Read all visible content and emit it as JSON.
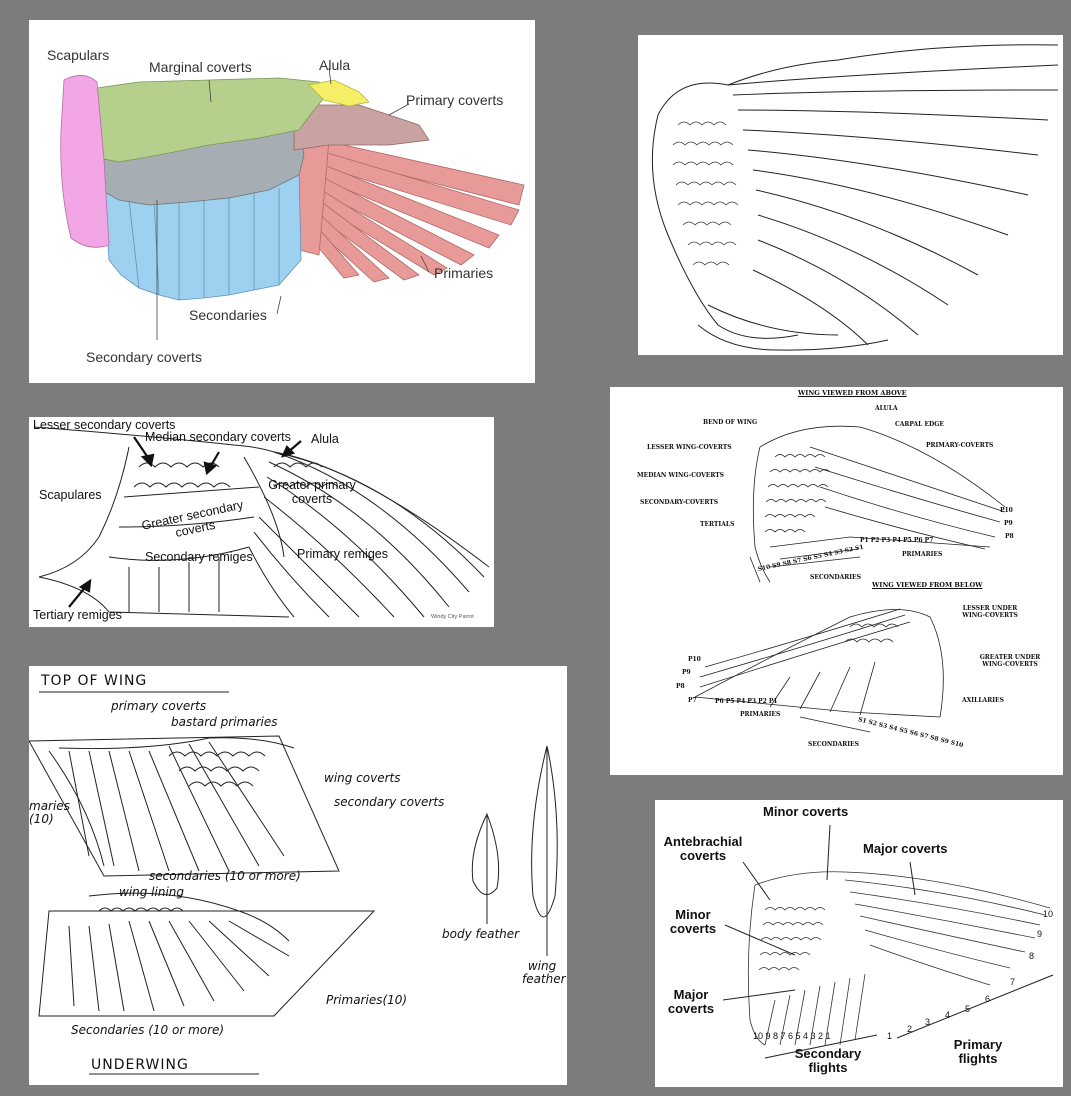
{
  "panel1": {
    "labels": {
      "scapulars": "Scapulars",
      "marginal_coverts": "Marginal coverts",
      "alula": "Alula",
      "primary_coverts": "Primary coverts",
      "primaries": "Primaries",
      "secondaries": "Secondaries",
      "secondary_coverts": "Secondary coverts"
    },
    "colors": {
      "scapulars": "#f2a6e6",
      "marginal_coverts": "#b5cf8c",
      "alula": "#f4ef66",
      "primary_coverts": "#c9a3a1",
      "primaries": "#e79a98",
      "secondaries": "#9ed0ef",
      "secondary_coverts": "#a7aeb3"
    }
  },
  "panel3": {
    "labels": {
      "lesser_secondary_coverts": "Lesser secondary coverts",
      "median_secondary_coverts": "Median secondary coverts",
      "alula": "Alula",
      "scapulares": "Scapulares",
      "greater_primary_coverts": "Greater primary coverts",
      "greater_secondary_coverts": "Greater secondary coverts",
      "secondary_remiges": "Secondary remiges",
      "primary_remiges": "Primary remiges",
      "tertiary_remiges": "Tertiary remiges",
      "credit": "Windy City Parrot"
    }
  },
  "panel4": {
    "labels": {
      "top_of_wing": "TOP OF WING",
      "primary_coverts": "primary coverts",
      "bastard_primaries": "bastard primaries",
      "wing_coverts": "wing coverts",
      "secondary_coverts": "secondary coverts",
      "primaries_top": "maries (10)",
      "secondaries_top": "secondaries (10 or more)",
      "wing_lining": "wing lining",
      "primaries_under": "Primaries(10)",
      "secondaries_under": "Secondaries (10 or more)",
      "underwing": "UNDERWING",
      "body_feather": "body feather",
      "wing_feather": "wing feather"
    }
  },
  "panel5": {
    "labels": {
      "above_title": "WING VIEWED FROM ABOVE",
      "alula": "ALULA",
      "bend_of_wing": "BEND OF WING",
      "carpal_edge": "CARPAL EDGE",
      "lesser_wing_coverts": "LESSER WING-COVERTS",
      "primary_coverts": "PRIMARY-COVERTS",
      "median_wing_coverts": "MEDIAN WING-COVERTS",
      "secondary_coverts": "SECONDARY-COVERTS",
      "tertials": "TERTIALS",
      "primaries": "PRIMARIES",
      "secondaries": "SECONDARIES",
      "below_title": "WING VIEWED FROM BELOW",
      "lesser_under_wing_coverts": "LESSER UNDER WING-COVERTS",
      "greater_under_wing_coverts": "GREATER UNDER WING-COVERTS",
      "axillaries": "AXILLARIES",
      "primaries_below": "PRIMARIES",
      "secondaries_below": "SECONDARIES",
      "top_primaries_nums": "P1 P2 P3 P4 P5 P6 P7",
      "top_outer_primaries": [
        "P10",
        "P9",
        "P8"
      ],
      "top_secondaries_nums": "S10 S9 S8 S7 S6 S5 S4 S3 S2 S1",
      "bottom_outer_primaries": [
        "P10",
        "P9",
        "P8",
        "P7"
      ],
      "bottom_primaries_nums": "P6 P5 P4 P3 P2 P1",
      "bottom_secondaries_nums": "S1 S2 S3 S4 S5 S6 S7 S8 S9 S10"
    }
  },
  "panel6": {
    "labels": {
      "minor_coverts_top": "Minor coverts",
      "antebrachial_coverts": "Antebrachial coverts",
      "major_coverts_top": "Major coverts",
      "minor_coverts": "Minor coverts",
      "major_coverts": "Major coverts",
      "secondary_flights": "Secondary flights",
      "primary_flights": "Primary flights",
      "secondary_numbers": "10 9 8 7 6 5 4 3 2 1",
      "primary_numbers": [
        "1",
        "2",
        "3",
        "4",
        "5",
        "6",
        "7",
        "8",
        "9",
        "10"
      ]
    }
  }
}
